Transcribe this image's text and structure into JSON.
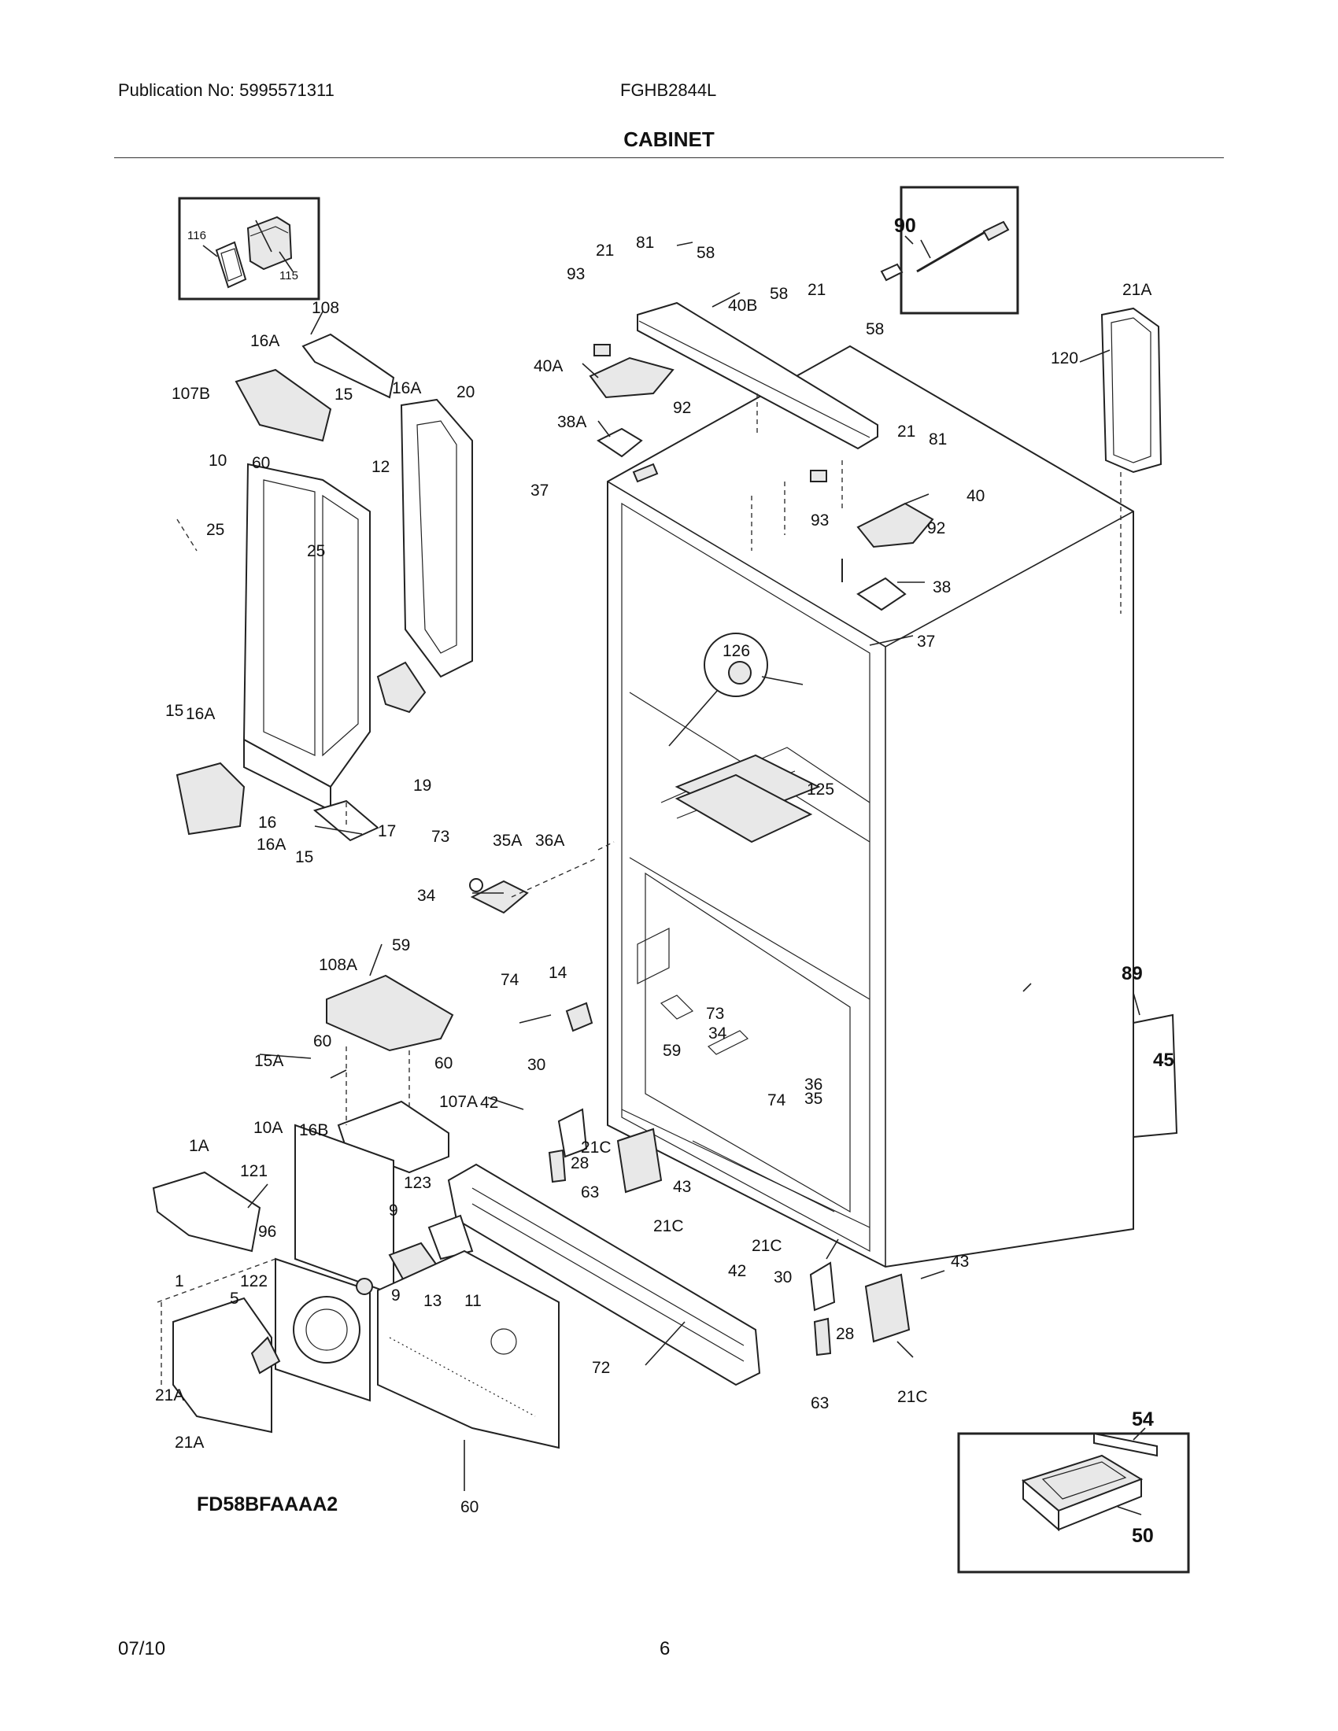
{
  "header": {
    "publication": "Publication No: 5995571311",
    "model": "FGHB2844L",
    "title": "CABINET"
  },
  "footer": {
    "date": "07/10",
    "page": "6"
  },
  "diagram_code": "FD58BFAAAA2",
  "callouts": {
    "c116": "116",
    "c115": "115",
    "c108": "108",
    "c16A_a": "16A",
    "c107B": "107B",
    "c15_a": "15",
    "c16A_b": "16A",
    "c20": "20",
    "c60_a": "60",
    "c10": "10",
    "c12": "12",
    "c25_a": "25",
    "c25_b": "25",
    "c15_b": "15",
    "c16A_c": "16A",
    "c19": "19",
    "c16": "16",
    "c17": "17",
    "c16A_d": "16A",
    "c15_c": "15",
    "c21_a": "21",
    "c81_a": "81",
    "c58_a": "58",
    "c93_a": "93",
    "c40B": "40B",
    "c58_b": "58",
    "c21_b": "21",
    "c40A": "40A",
    "c92_a": "92",
    "c38A": "38A",
    "c58_c": "58",
    "c37_a": "37",
    "c21_c": "21",
    "c81_b": "81",
    "c40": "40",
    "c93_b": "93",
    "c92_b": "92",
    "c38": "38",
    "c37_b": "37",
    "c126": "126",
    "c125": "125",
    "c90": "90",
    "c21A_a": "21A",
    "c120": "120",
    "c73_a": "73",
    "c35A": "35A",
    "c36A": "36A",
    "c34_a": "34",
    "c59_a": "59",
    "c74_a": "74",
    "c14": "14",
    "c108A": "108A",
    "c60_b": "60",
    "c15A": "15A",
    "c60_c": "60",
    "c16B": "16B",
    "c107A": "107A",
    "c30_a": "30",
    "c42_a": "42",
    "c21C_a": "21C",
    "c28_a": "28",
    "c63_a": "63",
    "c43_a": "43",
    "c21C_b": "21C",
    "c73_b": "73",
    "c34_b": "34",
    "c59_b": "59",
    "c36": "36",
    "c74_b": "74",
    "c35": "35",
    "c89": "89",
    "c45": "45",
    "c1A": "1A",
    "c10A": "10A",
    "c121": "121",
    "c123": "123",
    "c9_a": "9",
    "c96": "96",
    "c1": "1",
    "c122": "122",
    "c5": "5",
    "c9_b": "9",
    "c13": "13",
    "c11": "11",
    "c21A_b": "21A",
    "c21A_c": "21A",
    "c72": "72",
    "c60_d": "60",
    "c21C_c": "21C",
    "c42_b": "42",
    "c30_b": "30",
    "c43_b": "43",
    "c28_b": "28",
    "c63_b": "63",
    "c21C_d": "21C",
    "c54": "54",
    "c50": "50"
  }
}
